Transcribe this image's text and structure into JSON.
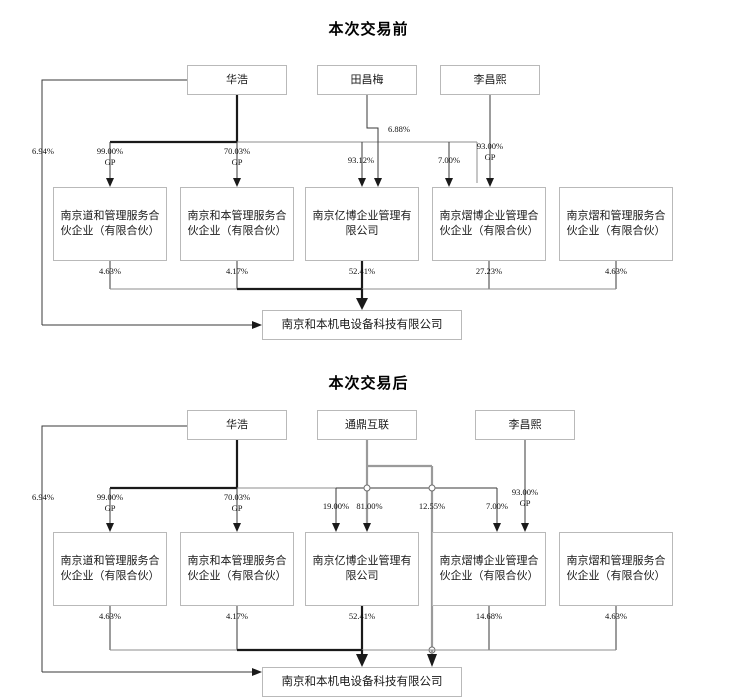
{
  "page": {
    "background": "#ffffff",
    "line_color": "#3a3a3a",
    "box_border": "#b9b9b9",
    "text_color": "#1a1a1a"
  },
  "diagrams": [
    {
      "id": "before",
      "title": "本次交易前",
      "persons": [
        {
          "name": "华浩"
        },
        {
          "name": "田昌梅"
        },
        {
          "name": "李昌熙"
        }
      ],
      "entities": [
        {
          "name": "南京道和管理服务合伙企业（有限合伙）"
        },
        {
          "name": "南京和本管理服务合伙企业（有限合伙）"
        },
        {
          "name": "南京亿博企业管理有限公司"
        },
        {
          "name": "南京熠博企业管理合伙企业（有限合伙）"
        },
        {
          "name": "南京熠和管理服务合伙企业（有限合伙）"
        }
      ],
      "target": {
        "name": "南京和本机电设备科技有限公司"
      },
      "upper_edges": [
        {
          "from": "华浩",
          "to": "南京和本机电设备科技有限公司",
          "pct": "6.94%",
          "role": ""
        },
        {
          "from": "华浩",
          "to": "南京道和管理服务合伙企业（有限合伙）",
          "pct": "99.00%",
          "role": "GP"
        },
        {
          "from": "华浩",
          "to": "南京和本管理服务合伙企业（有限合伙）",
          "pct": "70.03%",
          "role": "GP"
        },
        {
          "from": "华浩",
          "to": "南京亿博企业管理有限公司",
          "pct": "93.12%",
          "role": ""
        },
        {
          "from": "田昌梅",
          "to": "南京亿博企业管理有限公司",
          "pct": "6.88%",
          "role": ""
        },
        {
          "from": "李昌熙",
          "to": "南京熠博企业管理合伙企业（有限合伙）",
          "pct": "7.00%",
          "role": ""
        },
        {
          "from": "李昌熙",
          "to": "南京熠博企业管理合伙企业（有限合伙）",
          "pct": "93.00%",
          "role": "GP"
        }
      ],
      "lower_edges": [
        {
          "from": "南京道和管理服务合伙企业（有限合伙）",
          "pct": "4.63%"
        },
        {
          "from": "南京和本管理服务合伙企业（有限合伙）",
          "pct": "4.17%"
        },
        {
          "from": "南京亿博企业管理有限公司",
          "pct": "52.41%"
        },
        {
          "from": "南京熠博企业管理合伙企业（有限合伙）",
          "pct": "27.23%"
        },
        {
          "from": "南京熠和管理服务合伙企业（有限合伙）",
          "pct": "4.63%"
        }
      ]
    },
    {
      "id": "after",
      "title": "本次交易后",
      "persons": [
        {
          "name": "华浩"
        },
        {
          "name": "通鼎互联"
        },
        {
          "name": "李昌熙"
        }
      ],
      "entities": [
        {
          "name": "南京道和管理服务合伙企业（有限合伙）"
        },
        {
          "name": "南京和本管理服务合伙企业（有限合伙）"
        },
        {
          "name": "南京亿博企业管理有限公司"
        },
        {
          "name": "南京熠博企业管理合伙企业（有限合伙）"
        },
        {
          "name": "南京熠和管理服务合伙企业（有限合伙）"
        }
      ],
      "target": {
        "name": "南京和本机电设备科技有限公司"
      },
      "upper_edges": [
        {
          "from": "华浩",
          "to": "南京和本机电设备科技有限公司",
          "pct": "6.94%",
          "role": ""
        },
        {
          "from": "华浩",
          "to": "南京道和管理服务合伙企业（有限合伙）",
          "pct": "99.00%",
          "role": "GP"
        },
        {
          "from": "华浩",
          "to": "南京和本管理服务合伙企业（有限合伙）",
          "pct": "70.03%",
          "role": "GP"
        },
        {
          "from": "华浩",
          "to": "南京亿博企业管理有限公司",
          "pct": "19.00%",
          "role": ""
        },
        {
          "from": "通鼎互联",
          "to": "南京亿博企业管理有限公司",
          "pct": "81.00%",
          "role": ""
        },
        {
          "from": "通鼎互联",
          "to": "南京和本机电设备科技有限公司",
          "pct": "12.55%",
          "role": ""
        },
        {
          "from": "李昌熙",
          "to": "南京熠博企业管理合伙企业（有限合伙）",
          "pct": "7.00%",
          "role": ""
        },
        {
          "from": "李昌熙",
          "to": "南京熠博企业管理合伙企业（有限合伙）",
          "pct": "93.00%",
          "role": "GP"
        }
      ],
      "lower_edges": [
        {
          "from": "南京道和管理服务合伙企业（有限合伙）",
          "pct": "4.63%"
        },
        {
          "from": "南京和本管理服务合伙企业（有限合伙）",
          "pct": "4.17%"
        },
        {
          "from": "南京亿博企业管理有限公司",
          "pct": "52.41%"
        },
        {
          "from": "南京熠博企业管理合伙企业（有限合伙）",
          "pct": "14.68%"
        },
        {
          "from": "南京熠和管理服务合伙企业（有限合伙）",
          "pct": "4.63%"
        }
      ]
    }
  ]
}
